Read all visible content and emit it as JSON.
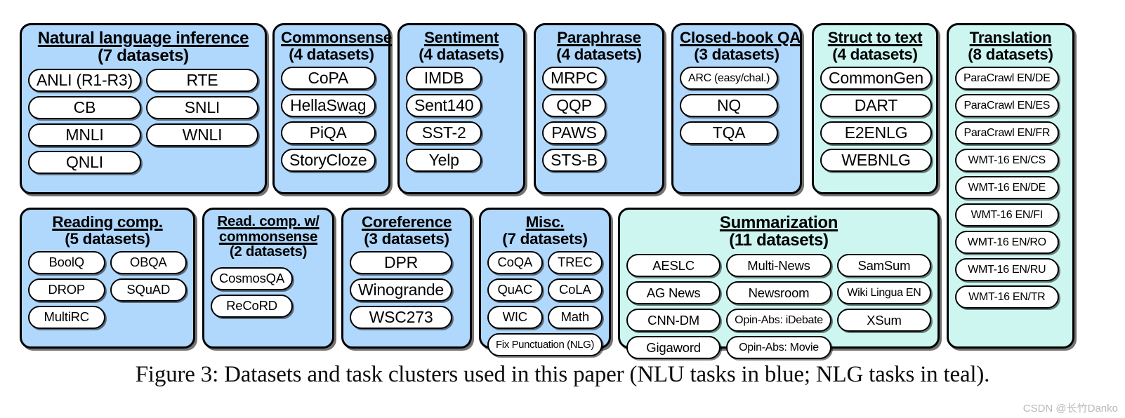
{
  "figure": {
    "caption": "Figure 3: Datasets and task clusters used in this paper (NLU tasks in blue; NLG tasks in teal).",
    "watermark": "CSDN @长竹Danko",
    "colors": {
      "nlu_blue": "#B0D7FC",
      "nlg_teal": "#CDF6F1",
      "pill_fill": "#FFFFFF",
      "outline": "#000000"
    }
  },
  "clusters": [
    {
      "id": "nli",
      "title": "Natural language inference",
      "title_line2": "",
      "subtitle": "(7 datasets)",
      "type": "nlu",
      "layout": "grid2",
      "items": [
        "ANLI (R1-R3)",
        "RTE",
        "CB",
        "SNLI",
        "MNLI",
        "WNLI",
        "QNLI"
      ]
    },
    {
      "id": "commonsense",
      "title": "Commonsense",
      "title_line2": "",
      "subtitle": "(4 datasets)",
      "type": "nlu",
      "layout": "cols1",
      "items": [
        "CoPA",
        "HellaSwag",
        "PiQA",
        "StoryCloze"
      ]
    },
    {
      "id": "sentiment",
      "title": "Sentiment",
      "title_line2": "",
      "subtitle": "(4 datasets)",
      "type": "nlu",
      "layout": "cols1",
      "items": [
        "IMDB",
        "Sent140",
        "SST-2",
        "Yelp"
      ]
    },
    {
      "id": "paraphrase",
      "title": "Paraphrase",
      "title_line2": "",
      "subtitle": "(4 datasets)",
      "type": "nlu",
      "layout": "cols1",
      "items": [
        "MRPC",
        "QQP",
        "PAWS",
        "STS-B"
      ]
    },
    {
      "id": "cbqa",
      "title": "Closed-book QA",
      "title_line2": "",
      "subtitle": "(3 datasets)",
      "type": "nlu",
      "layout": "cols1",
      "items": [
        "ARC (easy/chal.)",
        "NQ",
        "TQA"
      ]
    },
    {
      "id": "struct",
      "title": "Struct to text",
      "title_line2": "",
      "subtitle": "(4 datasets)",
      "type": "nlg",
      "layout": "cols1",
      "items": [
        "CommonGen",
        "DART",
        "E2ENLG",
        "WEBNLG"
      ]
    },
    {
      "id": "translation",
      "title": "Translation",
      "title_line2": "",
      "subtitle": "(8 datasets)",
      "type": "nlg",
      "layout": "cols1",
      "items": [
        "ParaCrawl EN/DE",
        "ParaCrawl EN/ES",
        "ParaCrawl EN/FR",
        "WMT-16 EN/CS",
        "WMT-16 EN/DE",
        "WMT-16 EN/FI",
        "WMT-16 EN/RO",
        "WMT-16 EN/RU",
        "WMT-16 EN/TR"
      ]
    },
    {
      "id": "readcomp",
      "title": "Reading comp.",
      "title_line2": "",
      "subtitle": "(5 datasets)",
      "type": "nlu",
      "layout": "grid2",
      "items": [
        "BoolQ",
        "OBQA",
        "DROP",
        "SQuAD",
        "MultiRC"
      ]
    },
    {
      "id": "readcs",
      "title": "Read. comp. w/",
      "title_line2": "commonsense",
      "subtitle": "(2 datasets)",
      "type": "nlu",
      "layout": "cols1",
      "items": [
        "CosmosQA",
        "ReCoRD"
      ]
    },
    {
      "id": "coref",
      "title": "Coreference",
      "title_line2": "",
      "subtitle": "(3 datasets)",
      "type": "nlu",
      "layout": "cols1",
      "items": [
        "DPR",
        "Winogrande",
        "WSC273"
      ]
    },
    {
      "id": "misc",
      "title": "Misc.",
      "title_line2": "",
      "subtitle": "(7 datasets)",
      "type": "nlu",
      "layout": "grid2",
      "items": [
        "CoQA",
        "TREC",
        "QuAC",
        "CoLA",
        "WIC",
        "Math",
        "Fix Punctuation (NLG)"
      ]
    },
    {
      "id": "summ",
      "title": "Summarization",
      "title_line2": "",
      "subtitle": "(11 datasets)",
      "type": "nlg",
      "layout": "grid3",
      "items": [
        "AESLC",
        "Multi-News",
        "SamSum",
        "AG News",
        "Newsroom",
        "Wiki Lingua EN",
        "CNN-DM",
        "Opin-Abs: iDebate",
        "XSum",
        "Gigaword",
        "Opin-Abs: Movie"
      ]
    }
  ]
}
